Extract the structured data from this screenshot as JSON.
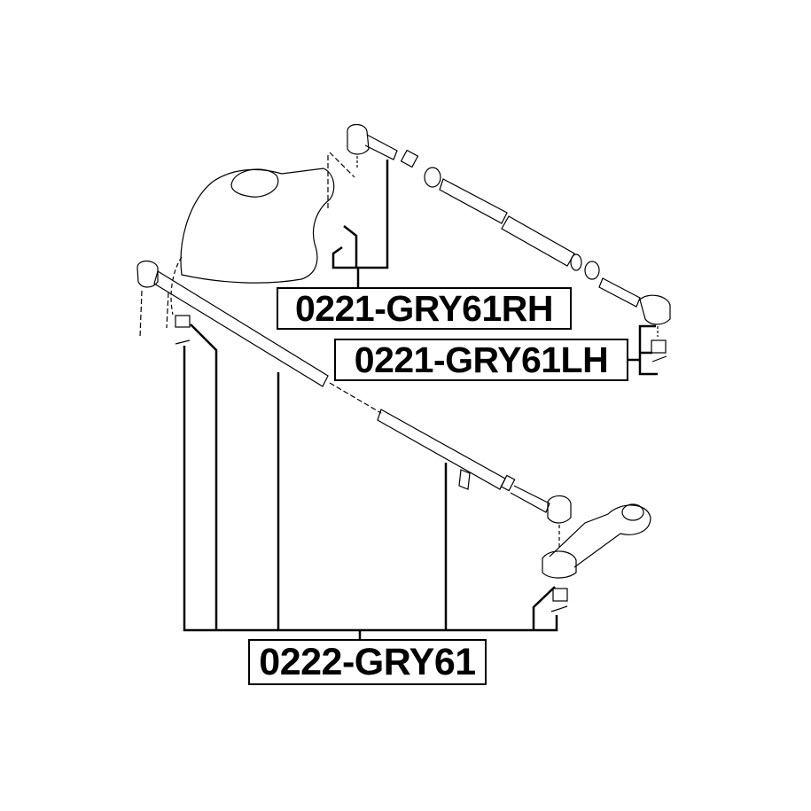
{
  "labels": {
    "rh": "0221-GRY61RH",
    "lh": "0221-GRY61LH",
    "main": "0222-GRY61"
  },
  "colors": {
    "line": "#000000",
    "background": "#ffffff"
  }
}
